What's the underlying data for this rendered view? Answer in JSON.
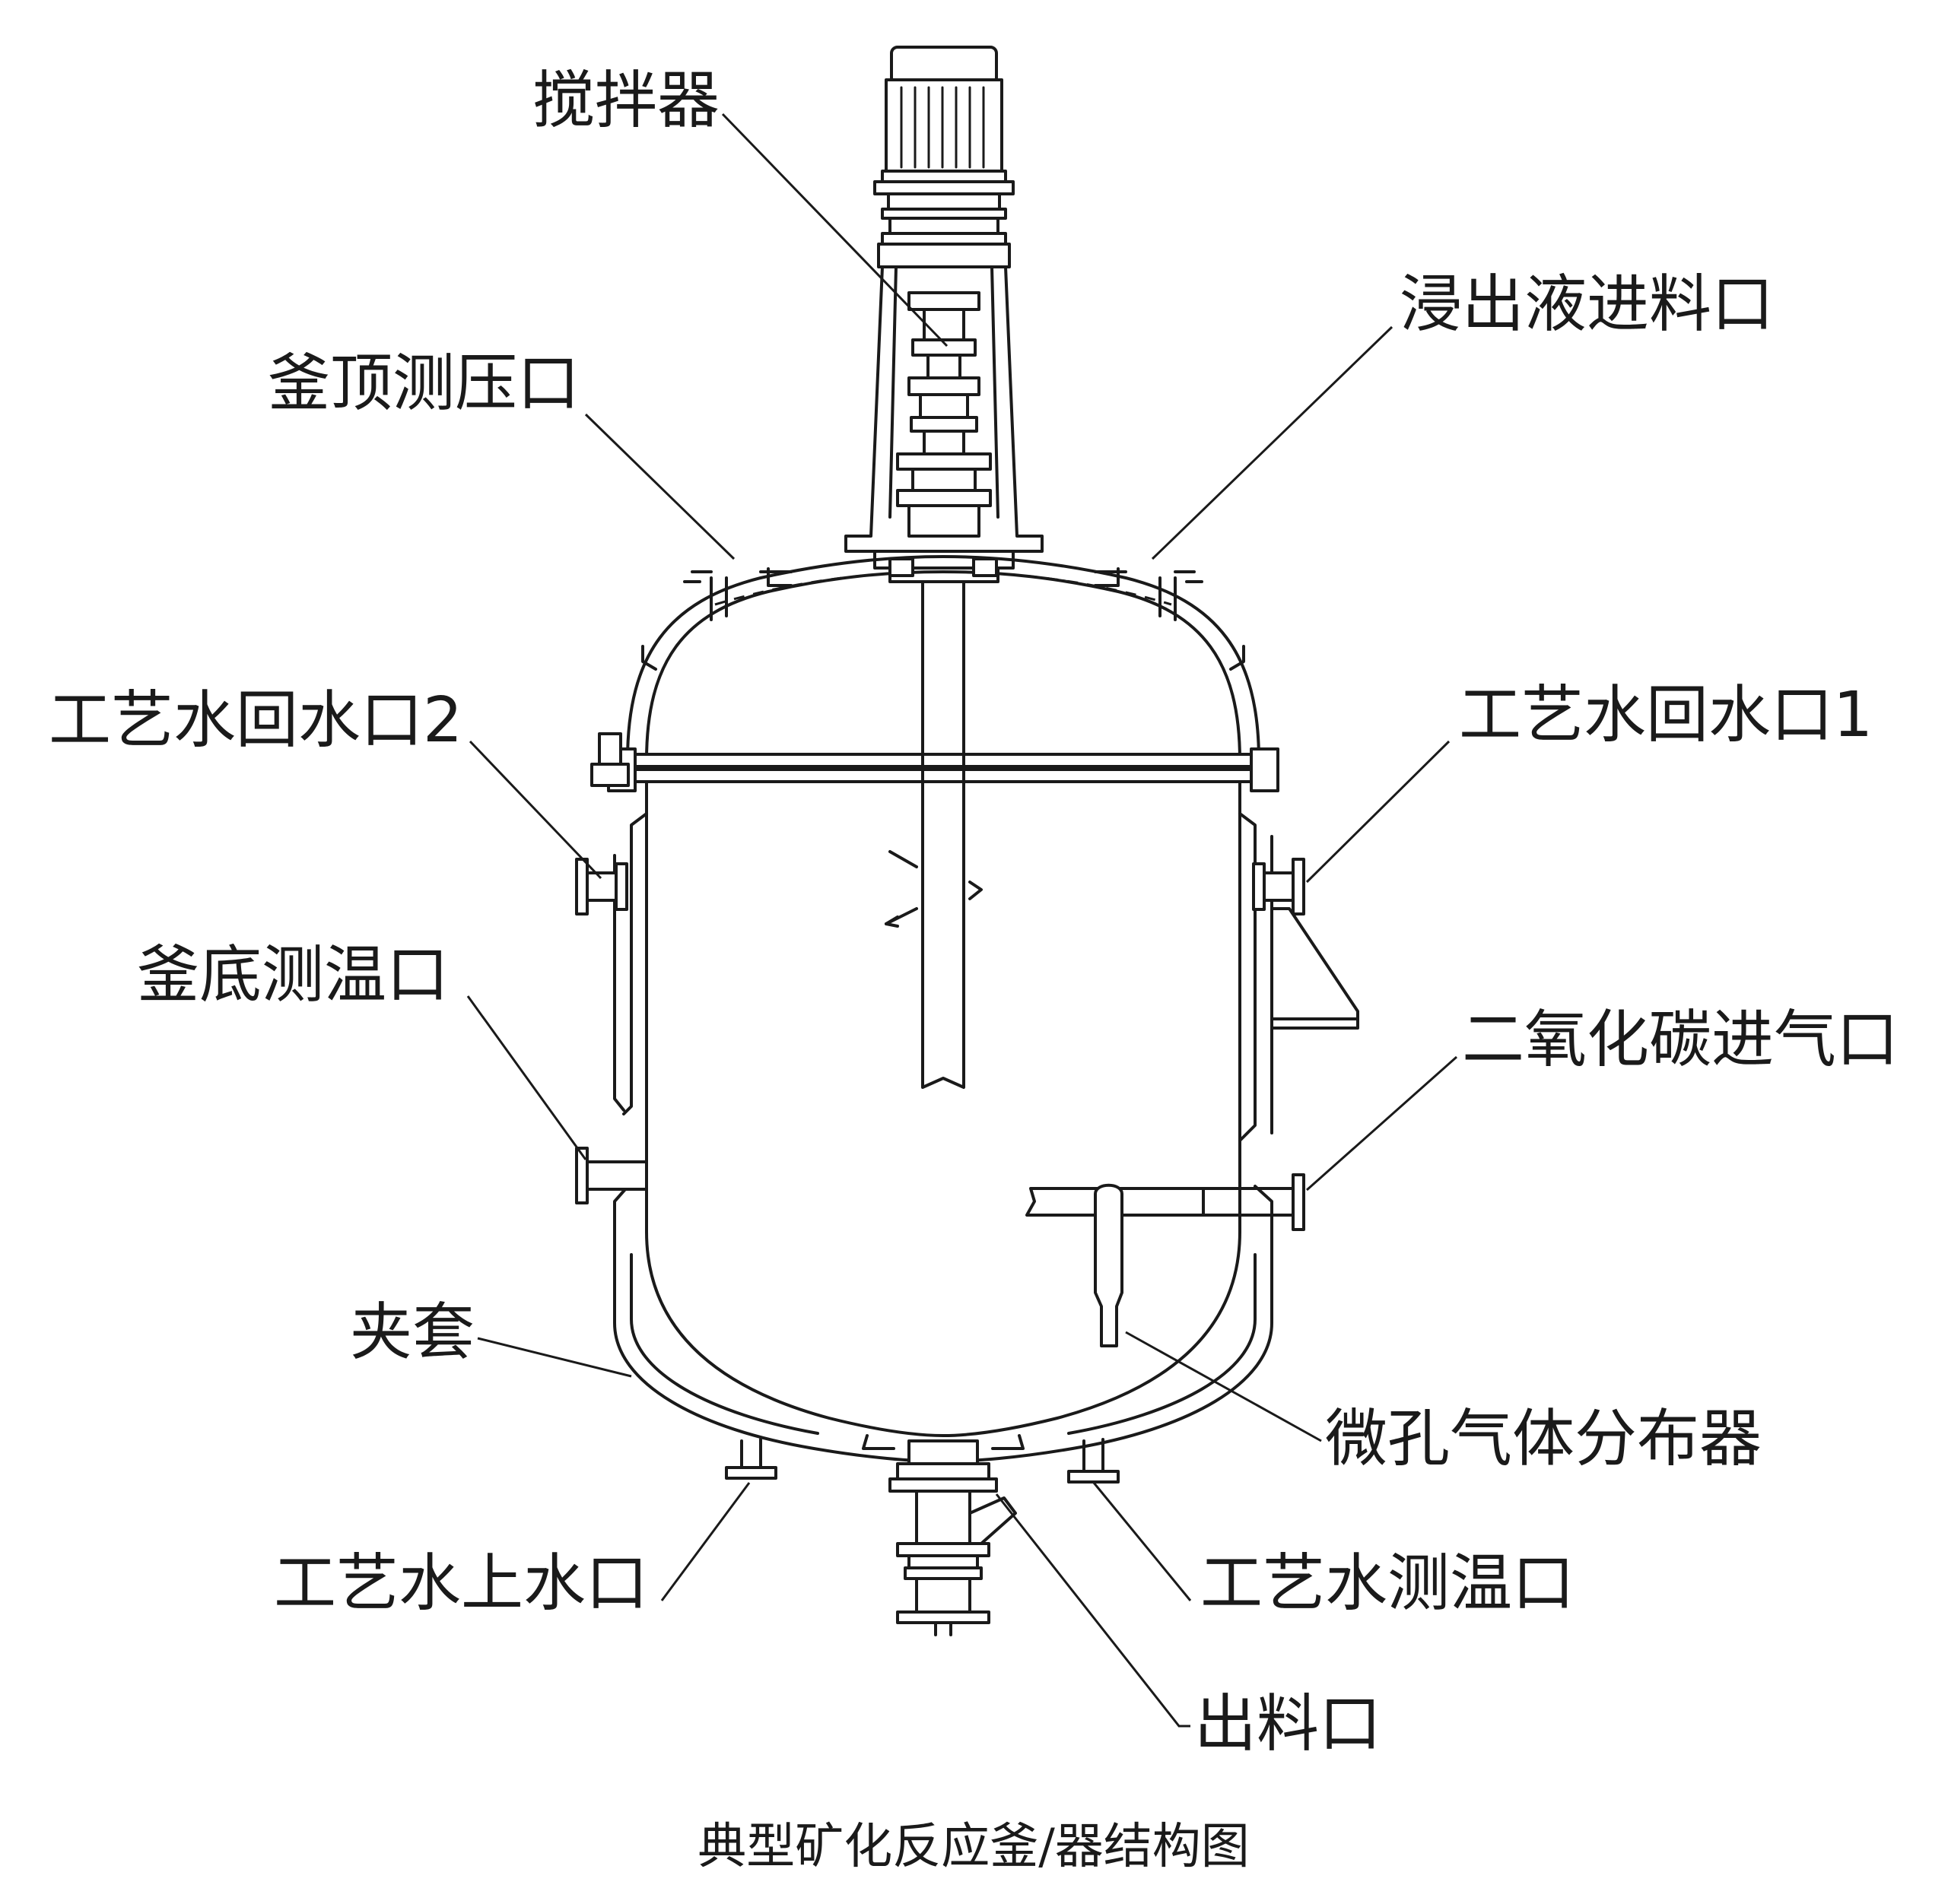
{
  "labels": {
    "agitator": "搅拌器",
    "top_pressure_port": "釜顶测压口",
    "leachate_inlet": "浸出液进料口",
    "water_return_2": "工艺水回水口2",
    "water_return_1": "工艺水回水口1",
    "bottom_temp_port": "釜底测温口",
    "co2_inlet": "二氧化碳进气口",
    "jacket": "夹套",
    "gas_distributor": "微孔气体分布器",
    "water_inlet": "工艺水上水口",
    "water_temp_port": "工艺水测温口",
    "discharge_port": "出料口"
  },
  "caption": "典型矿化反应釜/器结构图"
}
